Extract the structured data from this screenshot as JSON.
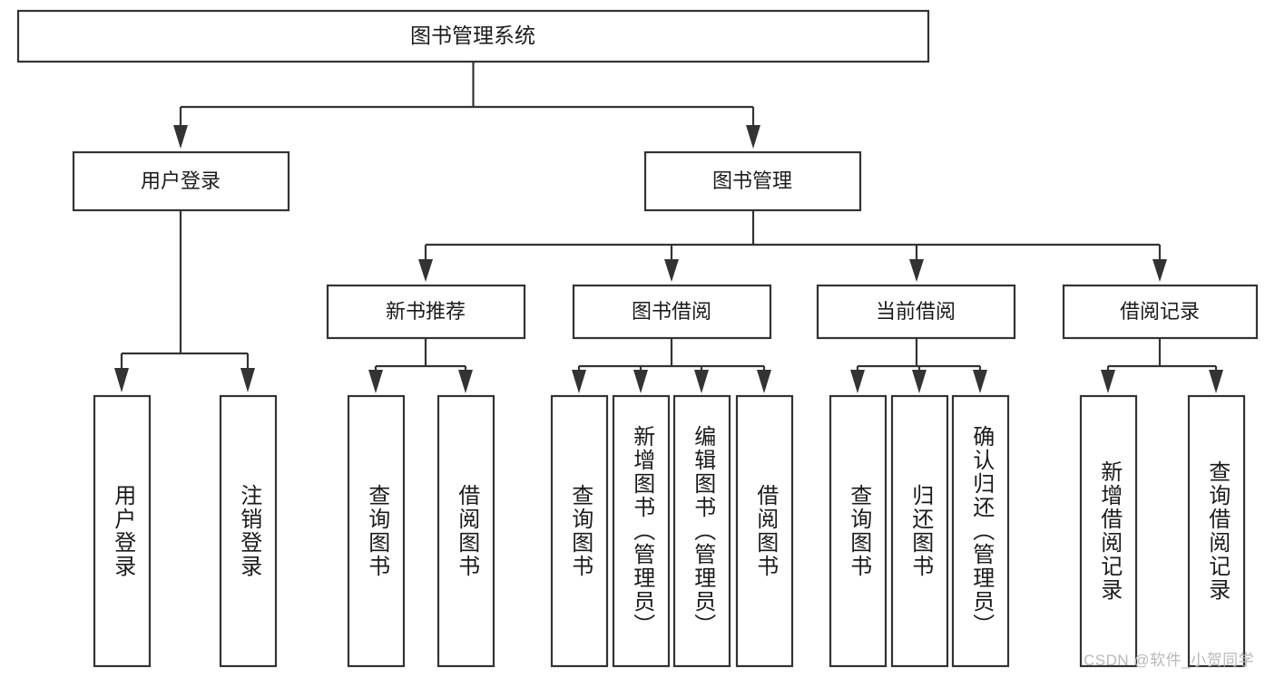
{
  "diagram": {
    "type": "tree-hierarchy-chart",
    "title": "图书管理系统",
    "watermark": "CSDN @软件_小贺同学",
    "colors": {
      "box_stroke": "#333333",
      "box_fill": "#ffffff",
      "connector": "#333333",
      "text": "#1b1b1b",
      "watermark": "#b9b9b9",
      "background": "#ffffff"
    },
    "levels": {
      "root": {
        "label": "图书管理系统"
      },
      "level2": [
        {
          "id": "user-login",
          "label": "用户登录"
        },
        {
          "id": "book-management",
          "label": "图书管理"
        }
      ],
      "level3": [
        {
          "id": "new-book-recommend",
          "label": "新书推荐",
          "parent": "book-management"
        },
        {
          "id": "book-borrow",
          "label": "图书借阅",
          "parent": "book-management"
        },
        {
          "id": "current-borrow",
          "label": "当前借阅",
          "parent": "book-management"
        },
        {
          "id": "borrow-record",
          "label": "借阅记录",
          "parent": "book-management"
        }
      ],
      "leaves": [
        {
          "id": "leaf-user-login",
          "label": "用户登录",
          "parent": "user-login"
        },
        {
          "id": "leaf-logout-login",
          "label": "注销登录",
          "parent": "user-login"
        },
        {
          "id": "leaf-query-book-1",
          "label": "查询图书",
          "parent": "new-book-recommend"
        },
        {
          "id": "leaf-borrow-book-1",
          "label": "借阅图书",
          "parent": "new-book-recommend"
        },
        {
          "id": "leaf-query-book-2",
          "label": "查询图书",
          "parent": "book-borrow"
        },
        {
          "id": "leaf-add-book",
          "label": "新增图书（管理员）",
          "parent": "book-borrow"
        },
        {
          "id": "leaf-edit-book",
          "label": "编辑图书（管理员）",
          "parent": "book-borrow"
        },
        {
          "id": "leaf-borrow-book-2",
          "label": "借阅图书",
          "parent": "book-borrow"
        },
        {
          "id": "leaf-query-book-3",
          "label": "查询图书",
          "parent": "current-borrow"
        },
        {
          "id": "leaf-return-book",
          "label": "归还图书",
          "parent": "current-borrow"
        },
        {
          "id": "leaf-confirm-return",
          "label": "确认归还（管理员）",
          "parent": "current-borrow"
        },
        {
          "id": "leaf-add-record",
          "label": "新增借阅记录",
          "parent": "borrow-record"
        },
        {
          "id": "leaf-query-record",
          "label": "查询借阅记录",
          "parent": "borrow-record"
        }
      ]
    }
  }
}
